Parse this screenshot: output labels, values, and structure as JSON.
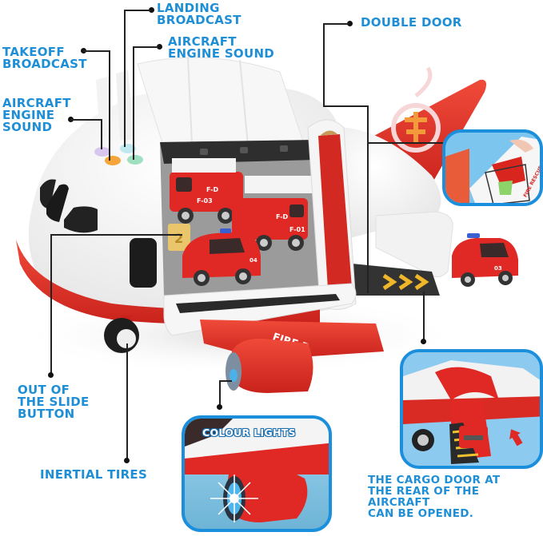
{
  "labels": {
    "landing_broadcast": "LANDING\nBROADCAST",
    "aircraft_engine_sound_top": "AIRCRAFT\nENGINE SOUND",
    "takeoff_broadcast": "TAKEOFF\nBROADCAST",
    "aircraft_engine_sound_left": "AIRCRAFT\nENGINE\nSOUND",
    "double_door": "DOUBLE DOOR",
    "out_of_the_slide_button": "OUT OF\nTHE SLIDE\nBUTTON",
    "inertial_tires": "INERTIAL TIRES",
    "cargo_door_caption": "THE CARGO DOOR AT\nTHE REAR OF THE AIRCRAFT\nCAN BE OPENED."
  },
  "insets": {
    "colour_lights": {
      "caption": "COLOUR LIGHTS"
    },
    "cargo_door": {
      "arrow": "down-arrow"
    },
    "side_cargo": {
      "text": "FIRE RESCUE"
    }
  },
  "product": {
    "wing_text": "FIRE R",
    "truck_codes": [
      "F-D",
      "F-03",
      "F-D",
      "F-01",
      "04",
      "03"
    ],
    "parking_number": "2"
  },
  "colors": {
    "label_blue": "#1e8fd6",
    "inset_border": "#1b8fdb",
    "plane_red": "#e8302a",
    "plane_white": "#f7f7f7",
    "button_purple": "#d9c6ef",
    "button_orange": "#f5a53a",
    "button_cyan": "#bfe9ee",
    "button_green": "#9fe0c0"
  }
}
